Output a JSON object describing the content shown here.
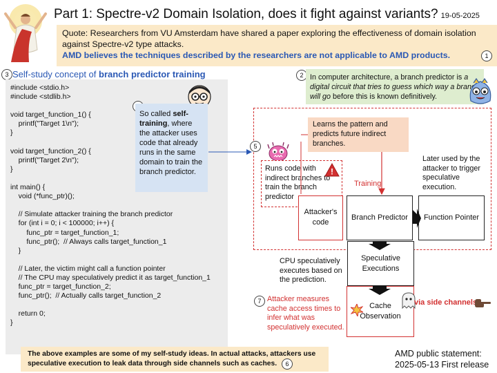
{
  "title": {
    "main": "Part 1: Spectre-v2 Domain Isolation, does it fight against variants?",
    "date": "19-05-2025"
  },
  "quote": {
    "text": "Quote: Researchers from VU Amsterdam have shared a paper exploring the effectiveness of domain isolation against Spectre-v2 type attacks.",
    "amd": "AMD believes the techniques described by the researchers are not applicable to AMD products.",
    "num": "1"
  },
  "selfstudy": {
    "num": "3",
    "prefix": "Self-study concept of ",
    "bold": "branch predictor training"
  },
  "code": {
    "lines": [
      "#include <stdio.h>",
      "#include <stdlib.h>",
      "",
      "void target_function_1() {",
      "    printf(\"Target 1\\n\");",
      "}",
      "",
      "void target_function_2() {",
      "    printf(\"Target 2\\n\");",
      "}",
      "",
      "int main() {",
      "    void (*func_ptr)();",
      "",
      "    // Simulate attacker training the branch predictor",
      "    for (int i = 0; i < 100000; i++) {",
      "        func_ptr = target_function_1;",
      "        func_ptr();  // Always calls target_function_1",
      "    }",
      "",
      "    // Later, the victim might call a function pointer",
      "    // The CPU may speculatively predict it as target_function_1",
      "    func_ptr = target_function_2;",
      "    func_ptr();  // Actually calls target_function_2",
      "",
      "    return 0;",
      "}"
    ]
  },
  "note4": {
    "num": "4",
    "pre": "So called ",
    "bold": "self-training",
    "post": ", where the attacker uses code that already runs in the same domain to train the branch predictor."
  },
  "definition": {
    "num": "2",
    "pre": "In computer architecture, a branch predictor is ",
    "italic": "a digital circuit that tries to guess which way a branch will go",
    "post": " before this is known definitively."
  },
  "diagram": {
    "num5": "5",
    "learns": "Learns the pattern and predicts future indirect branches.",
    "runs_code": "Runs code with indirect branches to train the branch predictor",
    "training": "Training",
    "later_used": "Later used by the attacker to trigger speculative execution.",
    "attacker_code": "Attacker's code",
    "branch_predictor": "Branch Predictor",
    "function_pointer": "Function Pointer",
    "speculative_exec": "Speculative Executions",
    "cpu_text": "CPU speculatively executes based on the prediction.",
    "num7": "7",
    "attacker_measures": "Attacker measures cache access times to infer what was speculatively executed.",
    "cache_obs": "Cache Observation",
    "via_side": "via side channels",
    "warning_mark": "!"
  },
  "bottom": {
    "note": "The above examples are some of my self-study ideas. In actual attacks, attackers use speculative execution to leak data through side channels such as caches.",
    "num": "6",
    "amd_line1": "AMD public statement:",
    "amd_line2": "2025-05-13 First release"
  },
  "colors": {
    "accent_blue": "#2a58b4",
    "red": "#d23030",
    "quote_bg": "#fbe9c8",
    "note_blue": "#d6e3f3",
    "def_green": "#deedcf",
    "code_bg": "#ececec"
  },
  "icons": [
    "saint-figure-icon",
    "glasses-guy-icon",
    "pink-monster-icon",
    "warning-icon",
    "blue-monster-icon",
    "explosion-icon",
    "ghost-icon",
    "pointing-hand-icon"
  ]
}
